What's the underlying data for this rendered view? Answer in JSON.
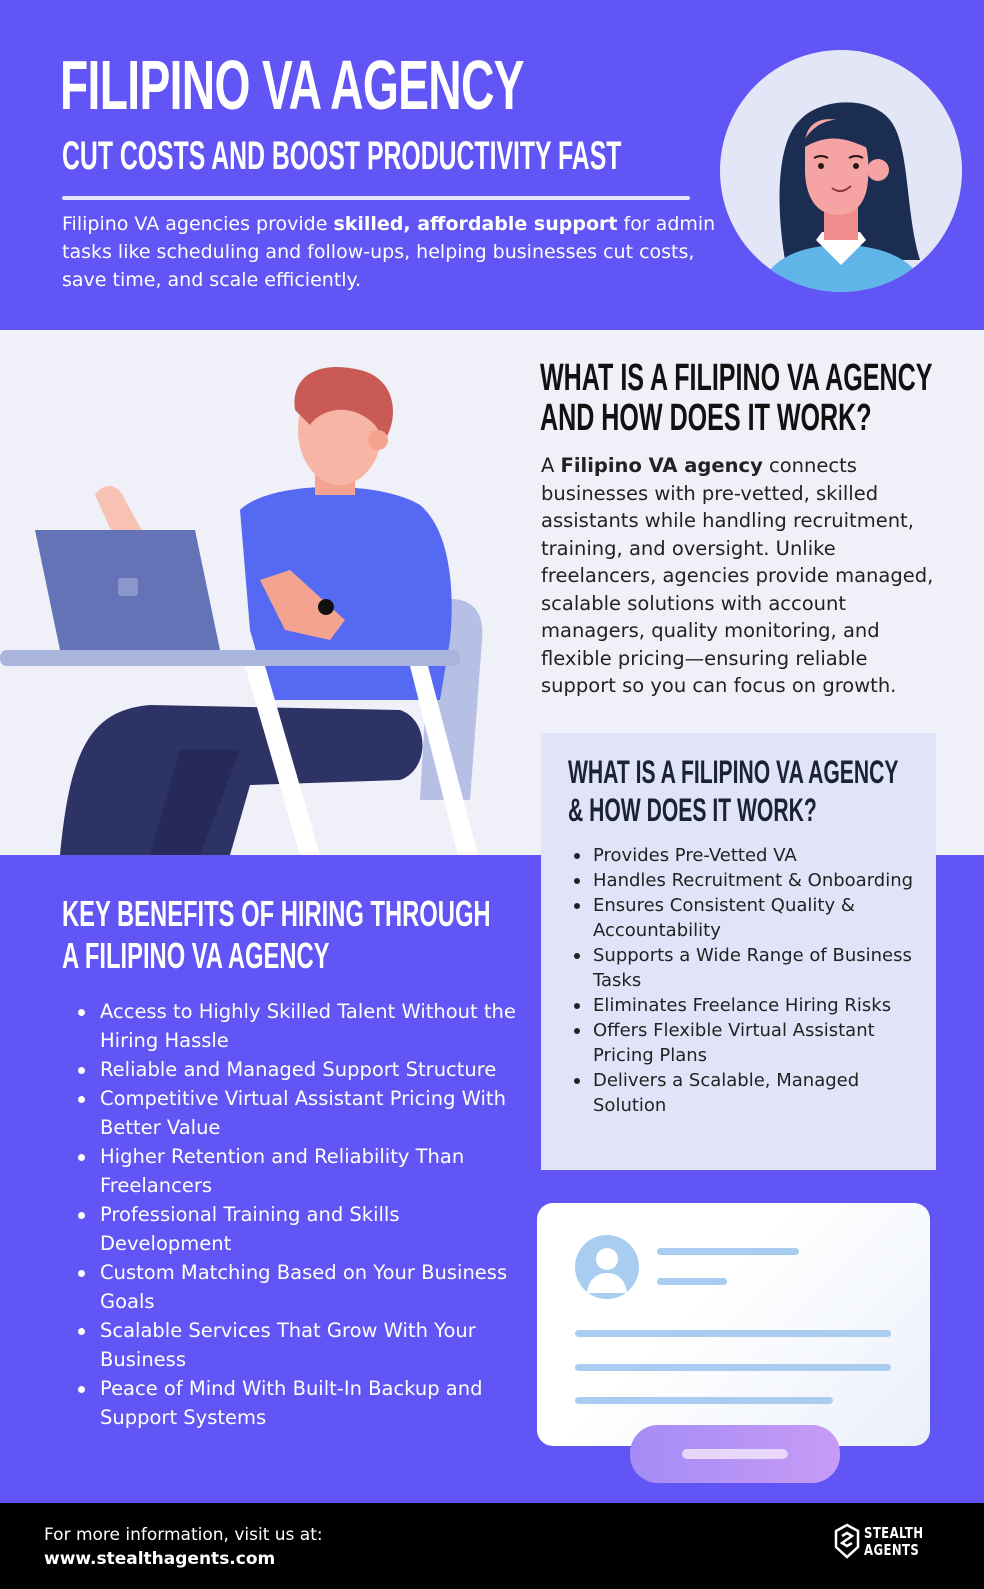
{
  "header": {
    "title": "FILIPINO VA AGENCY",
    "subtitle": "CUT COSTS AND BOOST PRODUCTIVITY FAST",
    "intro_pre": "Filipino VA agencies provide ",
    "intro_bold": "skilled, affordable support",
    "intro_post": " for admin tasks like scheduling and follow-ups, helping businesses cut costs, save time, and scale efficiently."
  },
  "what_is": {
    "heading_line1": "WHAT IS A FILIPINO VA AGENCY",
    "heading_line2": "AND HOW DOES IT WORK?",
    "body_pre": "A ",
    "body_bold": "Filipino VA agency",
    "body_post": " connects businesses with pre-vetted, skilled assistants while handling recruitment, training, and oversight. Unlike freelancers, agencies provide managed, scalable solutions with account managers, quality monitoring, and flexible pricing—ensuring reliable support so you can focus on growth."
  },
  "info_box": {
    "heading_line1": "WHAT IS A FILIPINO VA AGENCY",
    "heading_line2": "& HOW DOES IT WORK?",
    "items": [
      "Provides Pre-Vetted VA",
      "Handles Recruitment & Onboarding",
      "Ensures Consistent Quality & Accountability",
      "Supports a Wide Range of Business Tasks",
      "Eliminates Freelance Hiring Risks",
      "Offers Flexible Virtual Assistant Pricing Plans",
      "Delivers a Scalable, Managed Solution"
    ]
  },
  "benefits": {
    "heading_line1": "KEY BENEFITS OF HIRING THROUGH",
    "heading_line2": "A FILIPINO VA AGENCY",
    "items": [
      "Access to Highly Skilled Talent Without the Hiring Hassle",
      "Reliable and Managed Support Structure",
      "Competitive Virtual Assistant Pricing With Better Value",
      "Higher Retention and Reliability Than Freelancers",
      "Professional Training and Skills Development",
      "Custom Matching Based on Your Business Goals",
      "Scalable Services That Grow With Your Business",
      "Peace of Mind With Built-In Backup and Support Systems"
    ]
  },
  "footer": {
    "line1": "For more information, visit us at:",
    "url": "www.stealthagents.com",
    "logo_line1": "STEALTH",
    "logo_line2": "AGENTS"
  },
  "colors": {
    "brand_purple": "#6156f5",
    "light_bg": "#eff0f8",
    "info_box_bg": "#e1e4f8",
    "footer_bg": "#000000"
  }
}
